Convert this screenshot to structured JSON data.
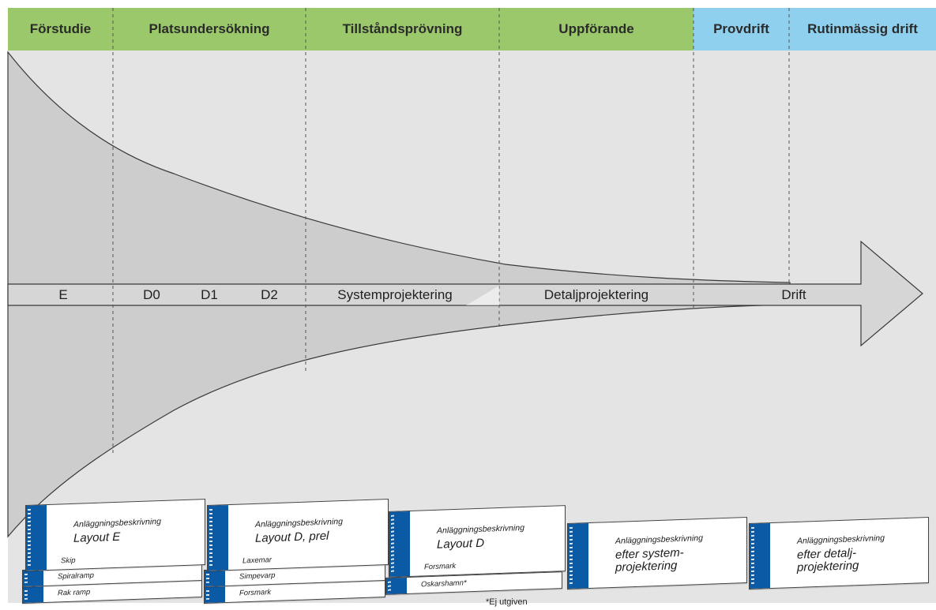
{
  "phases": [
    {
      "label": "Förstudie",
      "color": "#9bc86a"
    },
    {
      "label": "Platsundersökning",
      "color": "#9bc86a"
    },
    {
      "label": "Tillståndsprövning",
      "color": "#9bc86a"
    },
    {
      "label": "Uppförande",
      "color": "#9bc86a"
    },
    {
      "label": "Provdrift",
      "color": "#8ed0ee"
    },
    {
      "label": "Rutinmässig drift",
      "color": "#8ed0ee"
    }
  ],
  "stages": [
    "E",
    "D0",
    "D1",
    "D2",
    "Systemprojektering",
    "Detaljprojektering",
    "Drift"
  ],
  "colors": {
    "background": "#e4e4e4",
    "funnel": "#cdcdcd",
    "arrow": "#d6d6d6",
    "spine": "#0b5aa6"
  },
  "documents": [
    {
      "header": "Anläggningsbeskrivning",
      "title": "Layout E",
      "variants": [
        "Skip",
        "Spiralramp",
        "Rak ramp"
      ]
    },
    {
      "header": "Anläggningsbeskrivning",
      "title": "Layout D, prel",
      "variants": [
        "Laxemar",
        "Simpevarp",
        "Forsmark"
      ]
    },
    {
      "header": "Anläggningsbeskrivning",
      "title": "Layout D",
      "variants": [
        "Forsmark",
        "Oskarshamn*"
      ]
    },
    {
      "header": "Anläggningsbeskrivning",
      "title": "efter system-\nprojektering",
      "variants": []
    },
    {
      "header": "Anläggningsbeskrivning",
      "title": "efter detalj-\nprojektering",
      "variants": []
    }
  ],
  "footnote": "*Ej utgiven"
}
